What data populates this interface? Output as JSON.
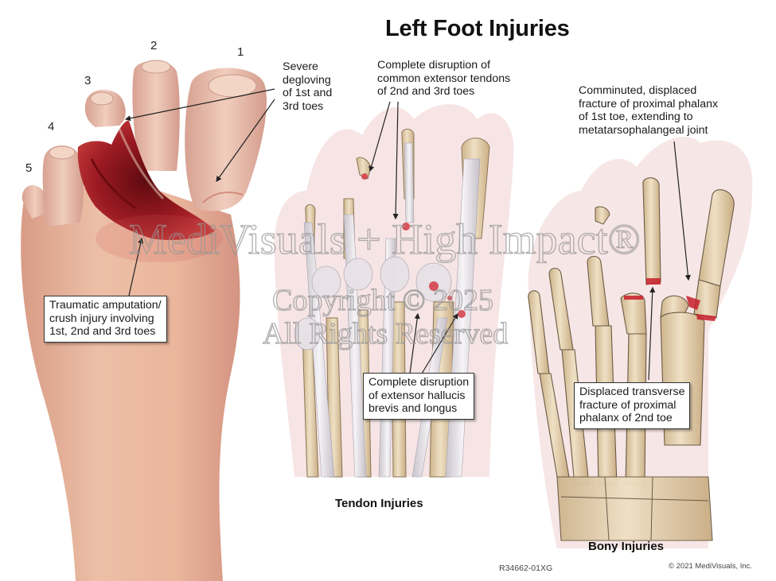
{
  "title": "Left Foot Injuries",
  "toe_numbers": [
    "1",
    "2",
    "3",
    "4",
    "5"
  ],
  "panels": {
    "external_view": {
      "labels": {
        "degloving": "Severe\ndegloving\nof 1st and\n3rd toes",
        "amputation": "Traumatic amputation/\ncrush injury involving\n1st, 2nd and 3rd toes"
      }
    },
    "tendon_view": {
      "caption": "Tendon Injuries",
      "labels": {
        "extensor_tendons": "Complete disruption of\ncommon extensor tendons\nof 2nd and 3rd toes",
        "hallucis": "Complete disruption\nof extensor hallucis\nbrevis and longus"
      }
    },
    "bony_view": {
      "caption": "Bony Injuries",
      "labels": {
        "comminuted": "Comminuted, displaced\nfracture of proximal phalanx\nof 1st toe, extending to\nmetatarsophalangeal joint",
        "transverse": "Displaced transverse\nfracture of proximal\nphalanx of 2nd toe"
      }
    }
  },
  "watermark": {
    "line1": "MediVisuals + High Impact®",
    "line2": "Copyright © 2025",
    "line3": "All Rights Reserved"
  },
  "footer": {
    "image_code": "R34662-01XG",
    "copyright": "© 2021 MediVisuals, Inc."
  },
  "colors": {
    "skin": "#e9b49a",
    "skin_shadow": "#d9998a",
    "wound": "#9b1a22",
    "bone": "#e6d2b0",
    "bone_outline": "#6b5a44",
    "tendon": "#e9e6ea",
    "ghost_skin": "#f3d8d8",
    "fracture": "#c8202c"
  }
}
